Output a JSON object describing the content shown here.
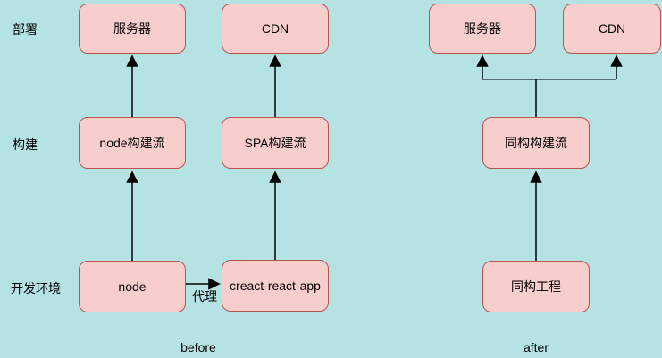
{
  "diagram": {
    "colors": {
      "background": "#b5e3e4",
      "node_fill": "#f8cecc",
      "node_stroke": "#b85450",
      "edge": "#000000",
      "text": "#000000"
    },
    "rows": [
      {
        "label": "部署"
      },
      {
        "label": "构建"
      },
      {
        "label": "开发环境"
      }
    ],
    "before": {
      "caption": "before",
      "nodes": {
        "server": "服务器",
        "cdn": "CDN",
        "node_build": "node构建流",
        "spa_build": "SPA构建流",
        "node": "node",
        "cra": "creact-react-app"
      },
      "proxy_label": "代理"
    },
    "after": {
      "caption": "after",
      "nodes": {
        "server": "服务器",
        "cdn": "CDN",
        "iso_build": "同构构建流",
        "iso_project": "同构工程"
      }
    }
  }
}
